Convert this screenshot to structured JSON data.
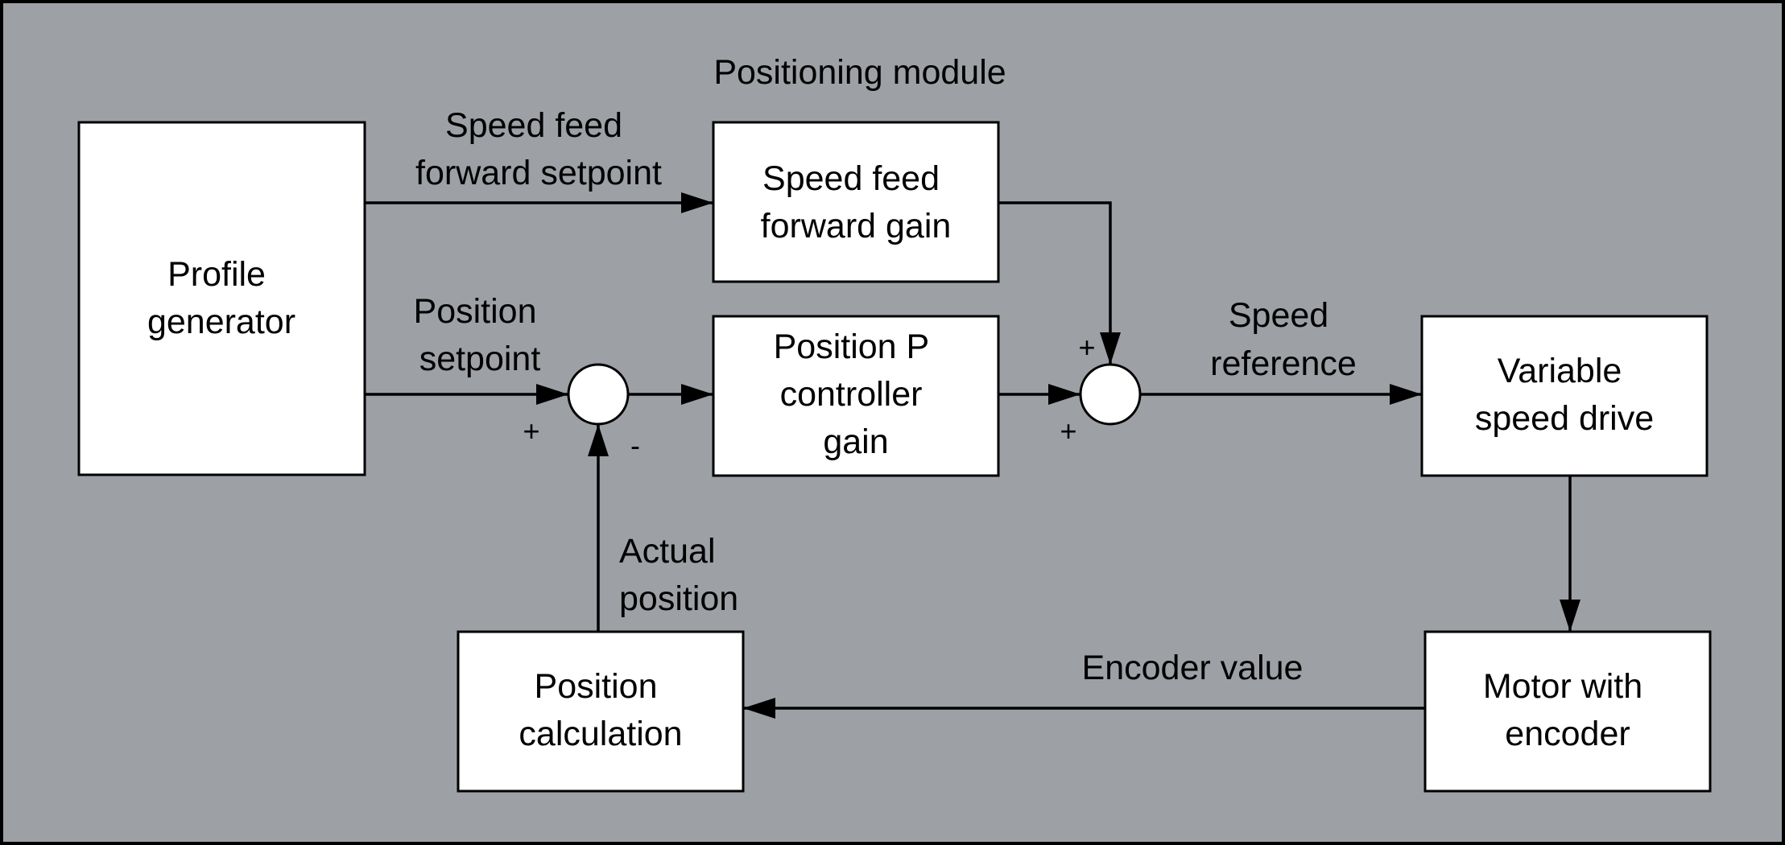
{
  "colors": {
    "background": "#9da0a5",
    "box_fill": "#ffffff",
    "line": "#000000"
  },
  "title": "Positioning module",
  "blocks": {
    "profile_generator": [
      "Profile",
      "generator"
    ],
    "speed_ff_gain": [
      "Speed feed",
      "forward gain"
    ],
    "position_p_gain": [
      "Position P",
      "controller",
      "gain"
    ],
    "variable_speed_drive": [
      "Variable",
      "speed drive"
    ],
    "motor_encoder": [
      "Motor with",
      "encoder"
    ],
    "position_calculation": [
      "Position",
      "calculation"
    ]
  },
  "signals": {
    "speed_ff_setpoint": [
      "Speed feed",
      "forward setpoint"
    ],
    "position_setpoint": [
      "Position",
      "setpoint"
    ],
    "speed_reference": [
      "Speed",
      "reference"
    ],
    "actual_position": [
      "Actual",
      "position"
    ],
    "encoder_value": "Encoder value"
  },
  "signs": {
    "sum1_in": "+",
    "sum1_feedback": "-",
    "sum2_top": "+",
    "sum2_left": "+"
  }
}
